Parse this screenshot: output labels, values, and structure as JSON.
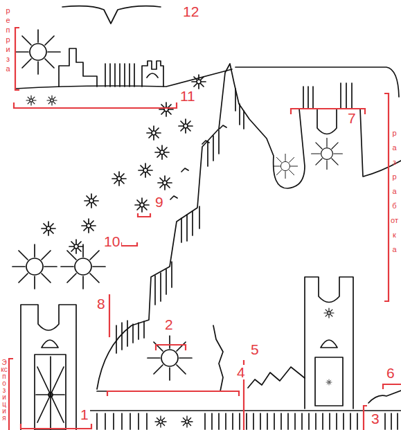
{
  "diagram": {
    "labels": [
      "реприза",
      "12",
      "11",
      "9",
      "10",
      "7",
      "разработка",
      "8",
      "2",
      "5",
      "4",
      "6",
      "Экспозиция",
      "1",
      "3"
    ]
  }
}
